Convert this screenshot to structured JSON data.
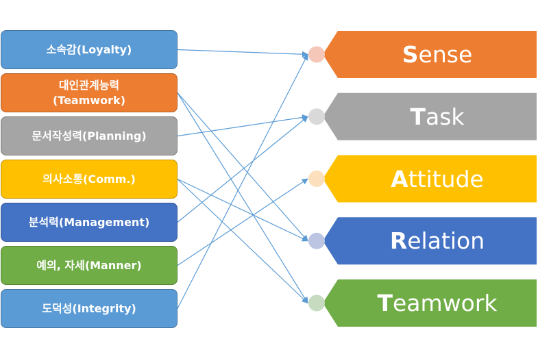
{
  "left_items": [
    {
      "id": "loyalty",
      "label": "소속감(Loyalty)",
      "color": "#5B9BD5",
      "target": [
        "sense"
      ]
    },
    {
      "id": "teamwork-skill",
      "label": "대인관계능력\n(Teamwork)",
      "color": "#ED7D31",
      "target": [
        "relation",
        "teamwork"
      ]
    },
    {
      "id": "planning",
      "label": "문서작성력(Planning)",
      "color": "#A5A5A5",
      "target": [
        "task"
      ]
    },
    {
      "id": "comm",
      "label": "의사소통(Comm.)",
      "color": "#FFC000",
      "target": [
        "relation",
        "teamwork"
      ]
    },
    {
      "id": "management",
      "label": "분석력(Management)",
      "color": "#4472C4",
      "target": [
        "task"
      ]
    },
    {
      "id": "manner",
      "label": "예의, 자세(Manner)",
      "color": "#70AD47",
      "target": [
        "attitude"
      ]
    },
    {
      "id": "integrity",
      "label": "도덕성(Integrity)",
      "color": "#5B9BD5",
      "target": [
        "sense"
      ]
    }
  ],
  "right_items": [
    {
      "id": "sense",
      "first": "S",
      "rest": "ense",
      "color": "#ED7D31",
      "dot": "#F4C7B8"
    },
    {
      "id": "task",
      "first": "T",
      "rest": "ask",
      "color": "#A5A5A5",
      "dot": "#D9D9D9"
    },
    {
      "id": "attitude",
      "first": "A",
      "rest": "ttitude",
      "color": "#FFC000",
      "dot": "#FCE0BE"
    },
    {
      "id": "relation",
      "first": "R",
      "rest": "elation",
      "color": "#4472C4",
      "dot": "#BCC6E2"
    },
    {
      "id": "teamwork",
      "first": "T",
      "rest": "eamwork",
      "color": "#70AD47",
      "dot": "#C7DBC0"
    }
  ],
  "connector_color": "#5B9BD5"
}
